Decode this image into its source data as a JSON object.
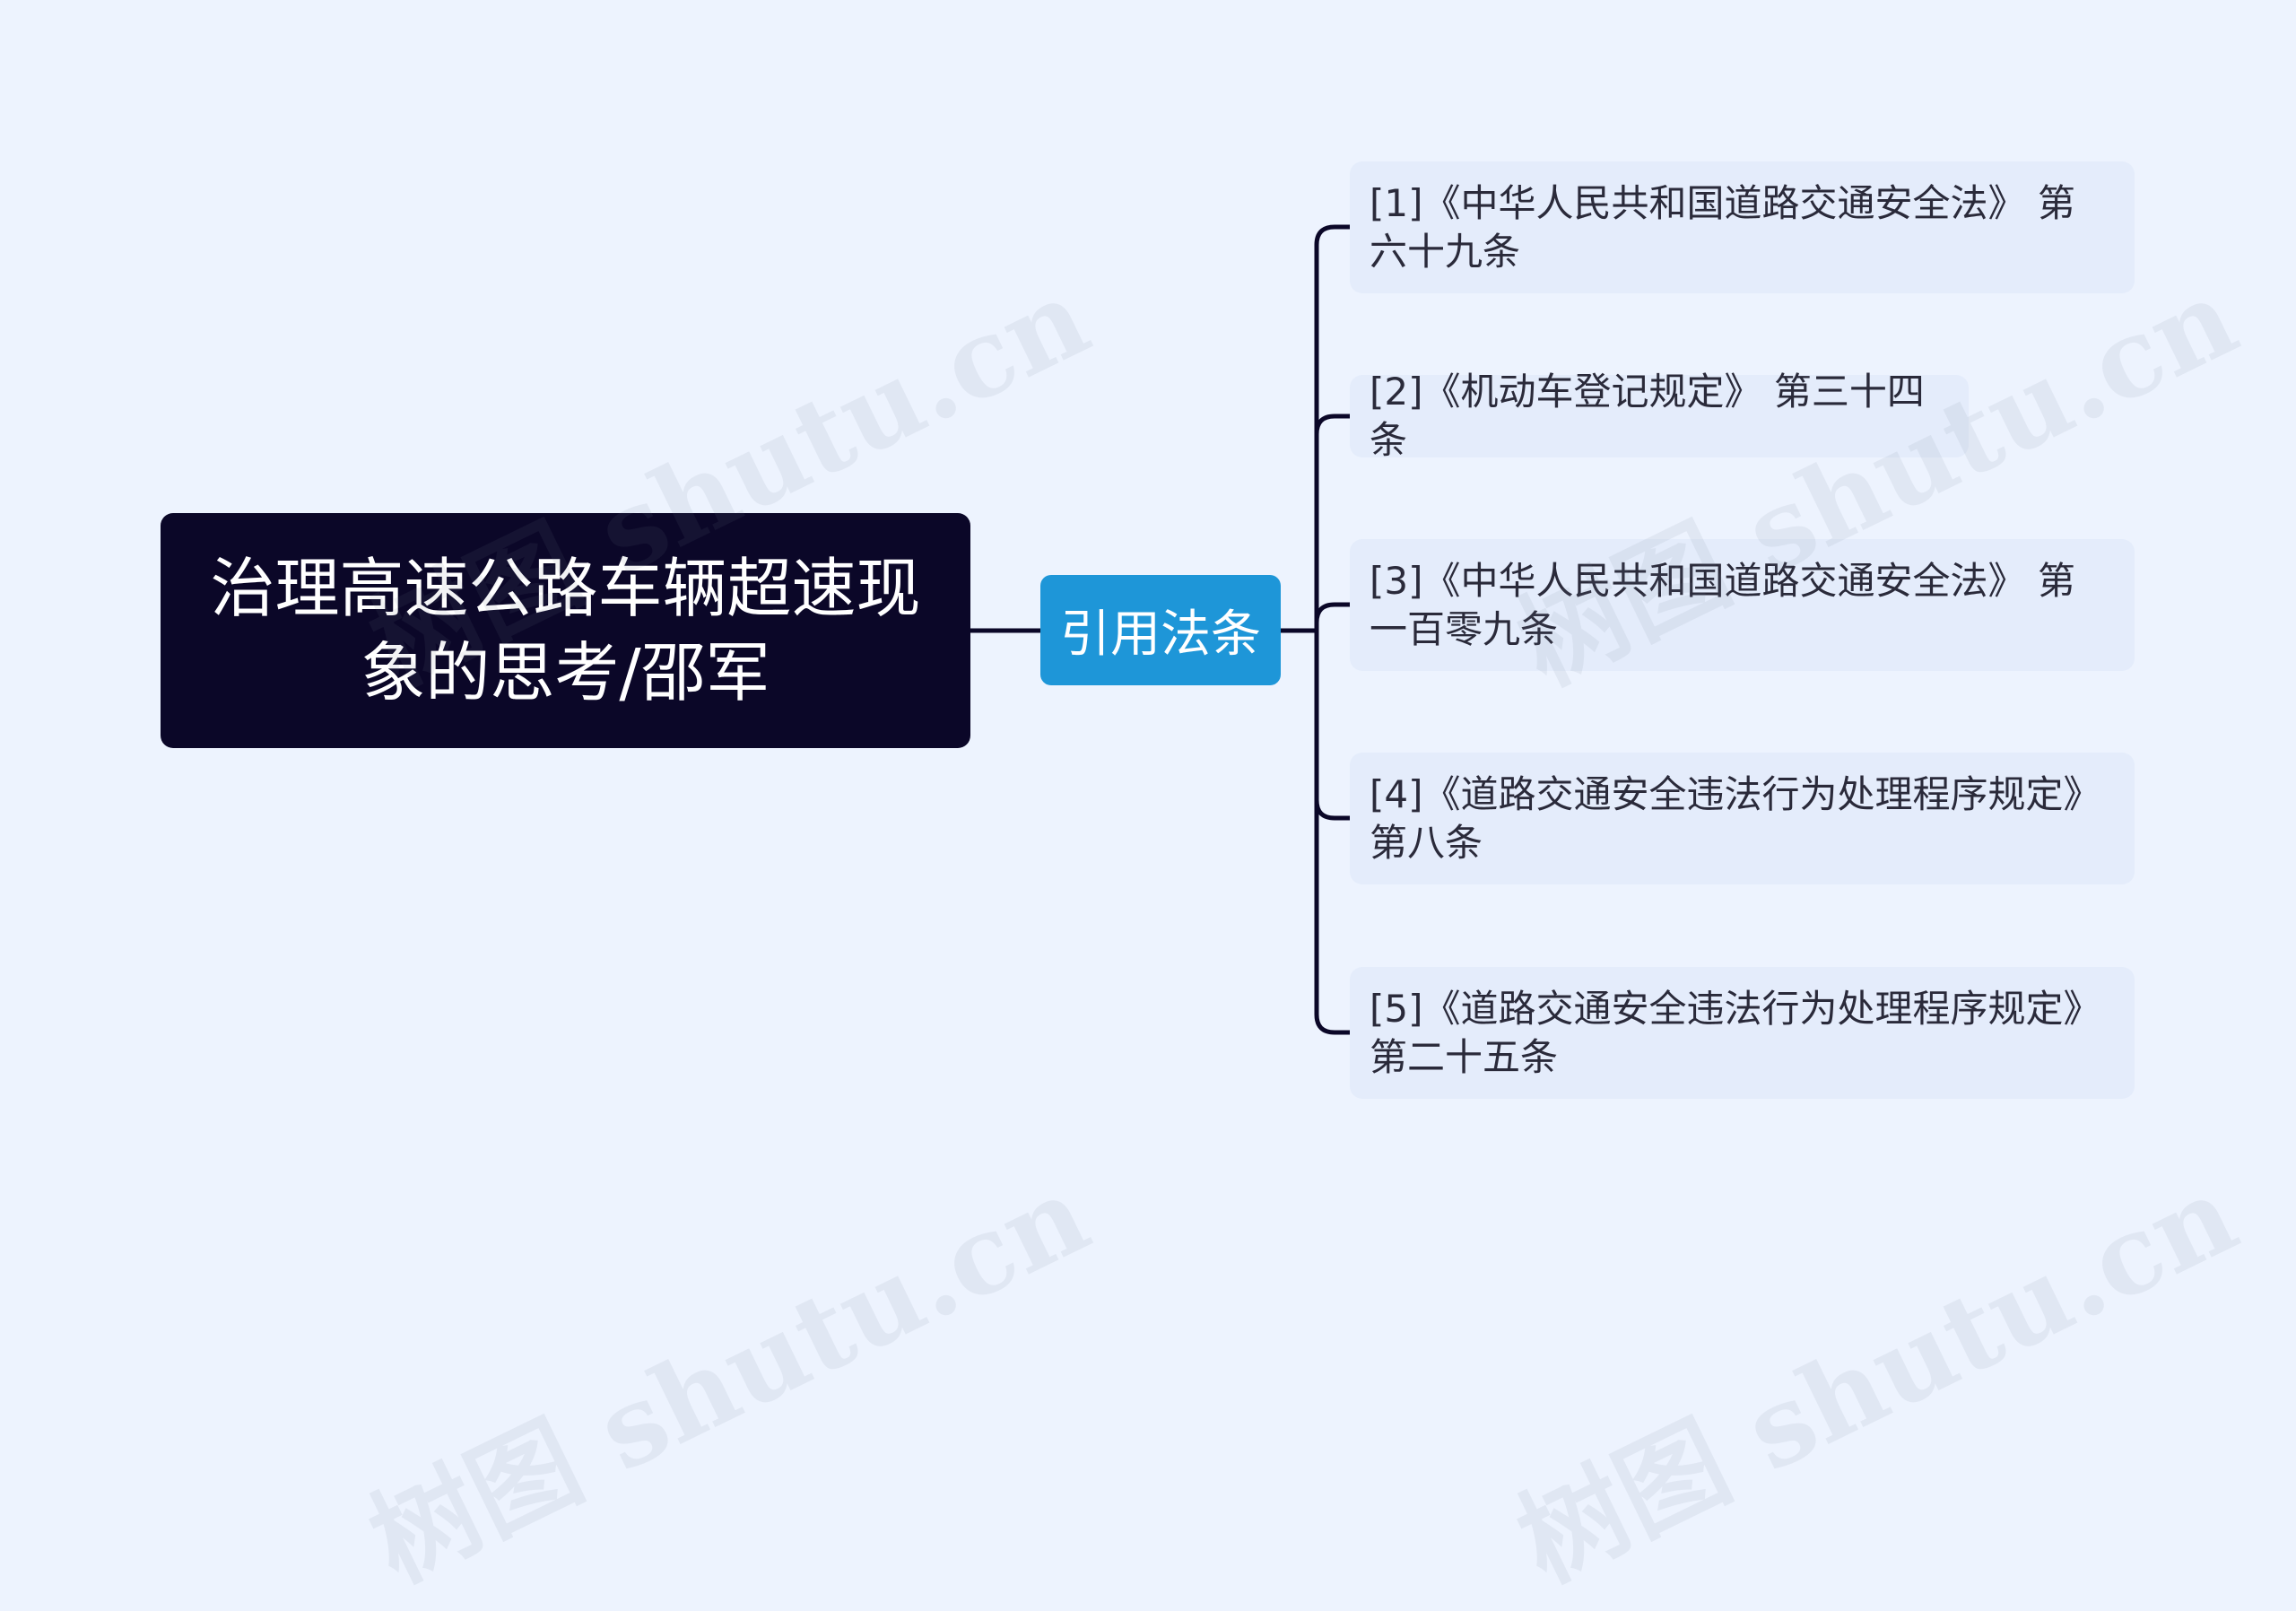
{
  "root": {
    "label": "治理高速公路车辆超速现象的思考/邵军"
  },
  "branch": {
    "label": "引用法条"
  },
  "leaves": [
    {
      "label": "[1]《中华人民共和国道路交通安全法》 第六十九条"
    },
    {
      "label": "[2]《机动车登记规定》 第三十四条"
    },
    {
      "label": "[3]《中华人民共和国道路交通安全法》 第一百零九条"
    },
    {
      "label": "[4]《道路交通安全违法行为处理程序规定》第八条"
    },
    {
      "label": "[5]《道路交通安全违法行为处理程序规定》第二十五条"
    }
  ],
  "watermark": {
    "text": "树图 shutu.cn"
  },
  "colors": {
    "background": "#edf3fe",
    "root_fill": "#0b0728",
    "branch_fill": "#1e96d8",
    "leaf_fill": "#e4ecfb",
    "connector": "#0b0728"
  }
}
